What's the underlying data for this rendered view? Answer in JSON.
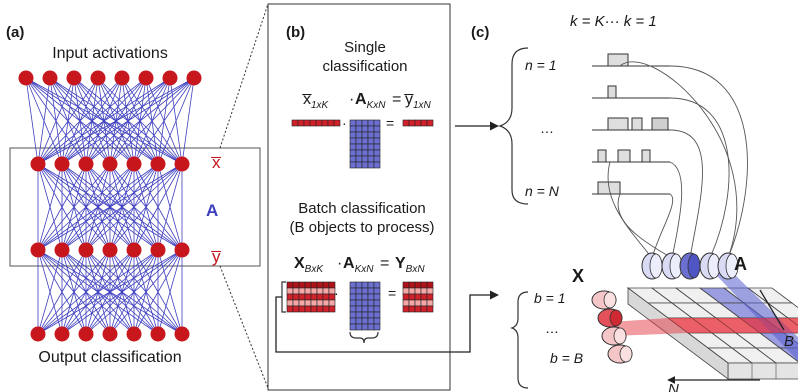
{
  "panels": {
    "a": {
      "label": "(a)",
      "top_title": "Input activations",
      "bottom_title": "Output classification",
      "x_label": "x̅",
      "a_label": "A",
      "y_label": "y̅",
      "layers": [
        8,
        7,
        7,
        7
      ]
    },
    "b": {
      "label": "(b)",
      "single_title_1": "Single",
      "single_title_2": "classification",
      "eq1": {
        "x": "x̅",
        "x_sub": "1xK",
        "dot": "·",
        "a": "A",
        "a_sub": "KxN",
        "eq": "=",
        "y": "y̅",
        "y_sub": "1xN"
      },
      "batch_title_1": "Batch classification",
      "batch_title_2": "(B objects to process)",
      "eq2": {
        "x": "X",
        "x_sub": "BxK",
        "dot": "·",
        "a": "A",
        "a_sub": "KxN",
        "eq": "=",
        "y": "Y",
        "y_sub": "BxN"
      }
    },
    "c": {
      "label": "(c)",
      "k_axis": "k = K··· k = 1",
      "n_rows": [
        "n = 1",
        "…",
        "n = N"
      ],
      "b_rows": [
        "b = 1",
        "…",
        "b = B"
      ],
      "x_label": "X",
      "a_label": "A",
      "b_dim": "B",
      "n_dim": "N"
    }
  },
  "colors": {
    "node_red": "#c8161d",
    "edge_blue": "#3e3fbf",
    "matrix_blue": "#6b6fcf",
    "matrix_red": "#d0212b",
    "pink": "#f4a7a7",
    "line": "#333333"
  }
}
